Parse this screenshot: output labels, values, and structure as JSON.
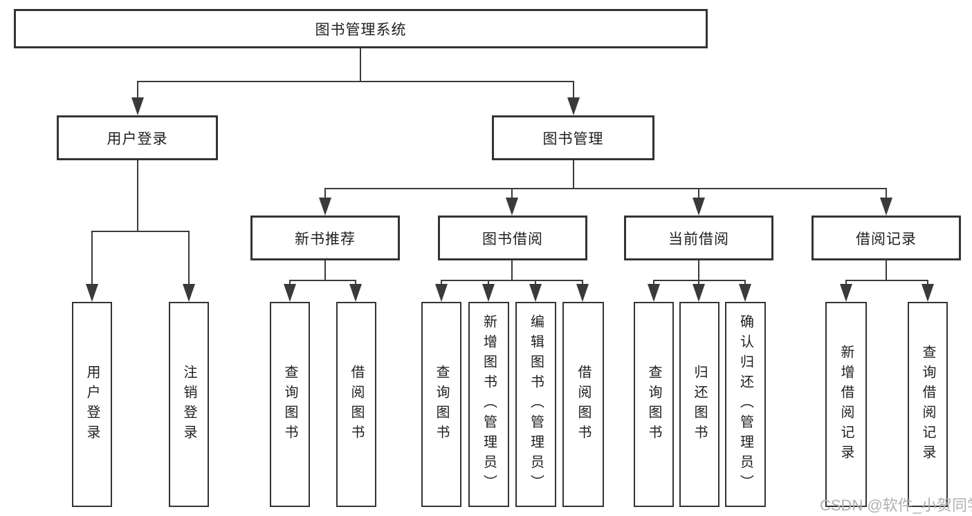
{
  "diagram": {
    "root_label": "图书管理系统",
    "user_login": {
      "label": "用户登录",
      "children": [
        "用户登录",
        "注销登录"
      ]
    },
    "book_mgmt": {
      "label": "图书管理",
      "sections": [
        {
          "label": "新书推荐",
          "children": [
            "查询图书",
            "借阅图书"
          ]
        },
        {
          "label": "图书借阅",
          "children": [
            "查询图书",
            "新增图书（管理员）",
            "编辑图书（管理员）",
            "借阅图书"
          ]
        },
        {
          "label": "当前借阅",
          "children": [
            "查询图书",
            "归还图书",
            "确认归还（管理员）"
          ]
        },
        {
          "label": "借阅记录",
          "children": [
            "新增借阅记录",
            "查询借阅记录"
          ]
        }
      ]
    },
    "watermark": "CSDN @软件_小贺同学"
  },
  "colors": {
    "line": "#3a3a3a",
    "box_border": "#333333",
    "text": "#1f1f1f",
    "watermark": "#b0b0b0",
    "background": "#ffffff"
  }
}
